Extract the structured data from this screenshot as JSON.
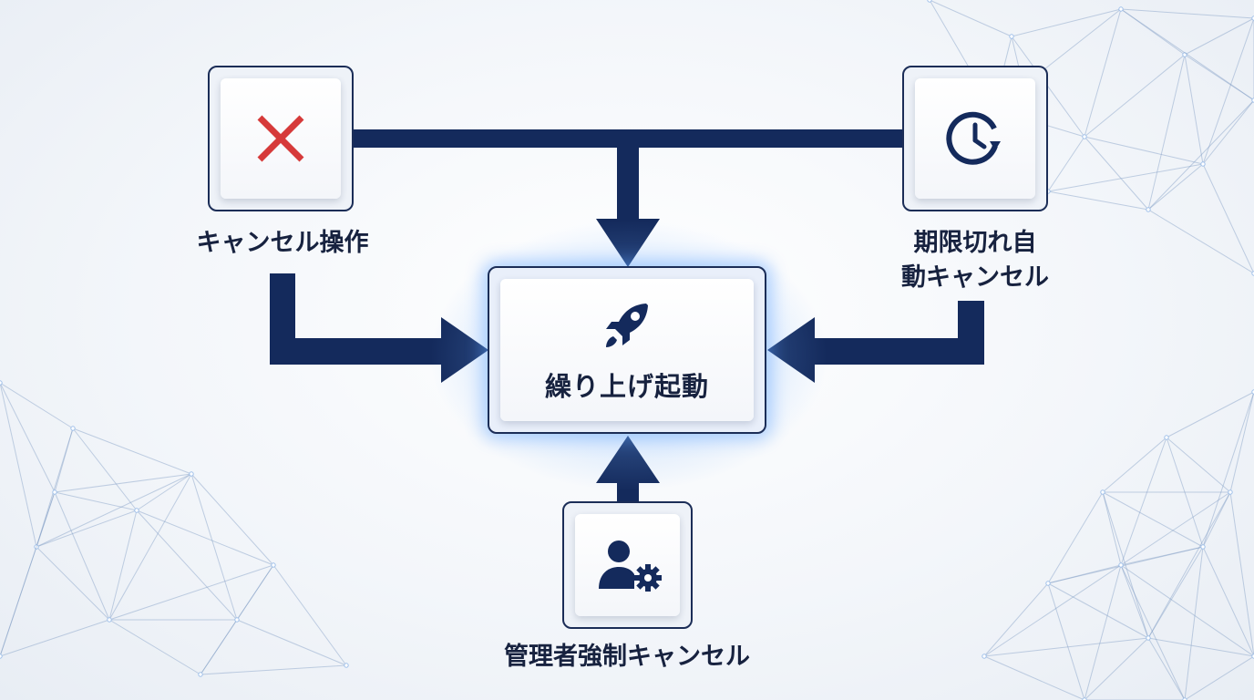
{
  "diagram": {
    "center": {
      "label": "繰り上げ起動",
      "icon": "rocket-icon"
    },
    "nodes": {
      "cancel_operation": {
        "label": "キャンセル操作",
        "icon": "cross-icon"
      },
      "auto_cancel": {
        "label_line1": "期限切れ自",
        "label_line2": "動キャンセル",
        "icon": "clock-refresh-icon"
      },
      "admin_force_cancel": {
        "label": "管理者強制キャンセル",
        "icon": "user-settings-icon"
      }
    }
  },
  "colors": {
    "navy": "#142a5c",
    "text": "#17223f",
    "cross_red": "#d63a3a",
    "glow_blue": "#5aa0ff"
  }
}
